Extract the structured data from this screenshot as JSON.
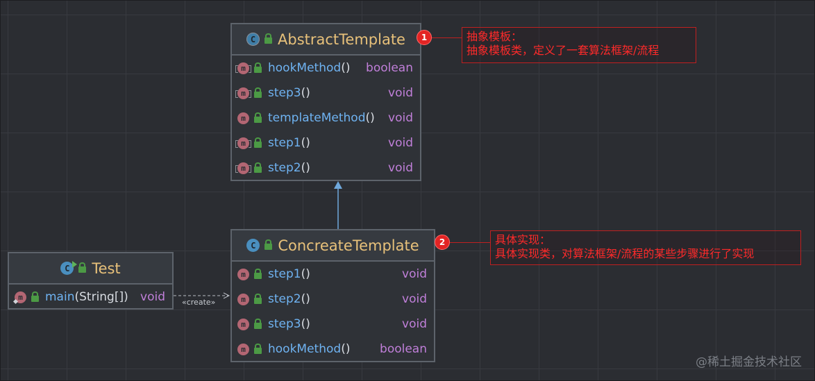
{
  "classes": {
    "abstract_template": {
      "name": "AbstractTemplate",
      "icon": "abstract-class-icon",
      "methods": [
        {
          "name": "hookMethod",
          "params": "()",
          "return": "boolean",
          "abstract": true
        },
        {
          "name": "step3",
          "params": "()",
          "return": "void",
          "abstract": true
        },
        {
          "name": "templateMethod",
          "params": "()",
          "return": "void",
          "abstract": false
        },
        {
          "name": "step1",
          "params": "()",
          "return": "void",
          "abstract": true
        },
        {
          "name": "step2",
          "params": "()",
          "return": "void",
          "abstract": true
        }
      ]
    },
    "concreate_template": {
      "name": "ConcreateTemplate",
      "icon": "class-icon",
      "methods": [
        {
          "name": "step1",
          "params": "()",
          "return": "void"
        },
        {
          "name": "step2",
          "params": "()",
          "return": "void"
        },
        {
          "name": "step3",
          "params": "()",
          "return": "void"
        },
        {
          "name": "hookMethod",
          "params": "()",
          "return": "boolean"
        }
      ]
    },
    "test": {
      "name": "Test",
      "icon": "runnable-class-icon",
      "methods": [
        {
          "name": "main",
          "params": "(String[])",
          "return": "void",
          "static": true
        }
      ]
    }
  },
  "relations": {
    "inheritance": {
      "from": "ConcreateTemplate",
      "to": "AbstractTemplate"
    },
    "dependency": {
      "from": "Test",
      "to": "ConcreateTemplate",
      "label": "«create»"
    }
  },
  "annotations": [
    {
      "number": "1",
      "lines": [
        "抽象模板：",
        "抽象模板类，定义了一套算法框架/流程"
      ]
    },
    {
      "number": "2",
      "lines": [
        "具体实现：",
        "具体实现类，对算法框架/流程的某些步骤进行了实现"
      ]
    }
  ],
  "watermark": "@稀土掘金技术社区",
  "colors": {
    "background": "#2b2d32",
    "class_name": "#e8c17a",
    "method_name": "#6fb3f2",
    "return_type": "#c07fd9",
    "annotation": "#ff2a2a",
    "arrow": "#6fa8dc"
  }
}
